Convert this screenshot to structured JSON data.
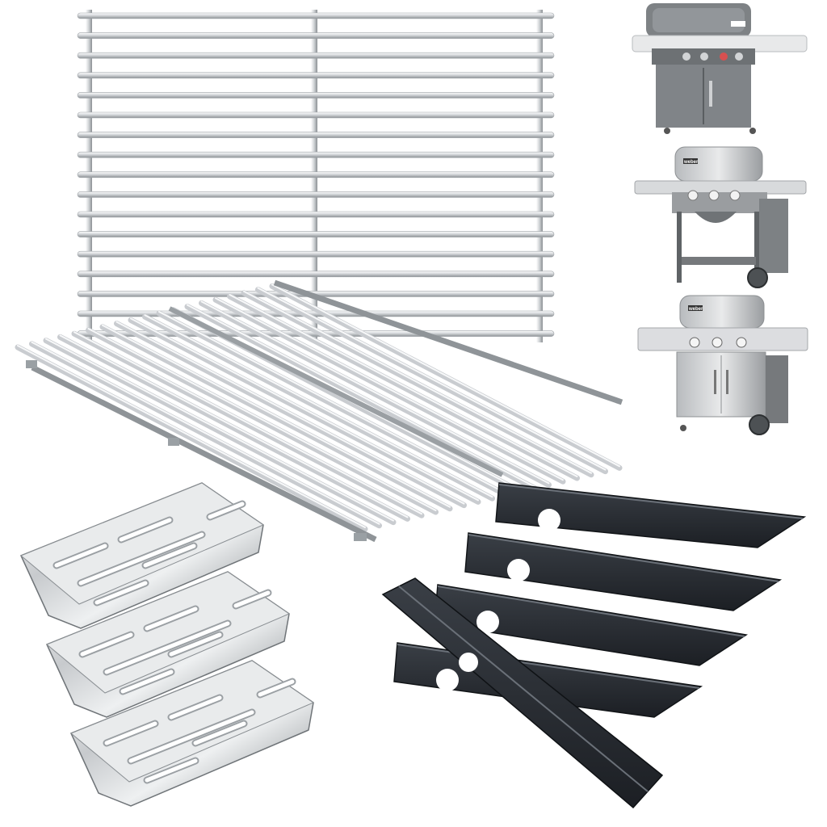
{
  "image": {
    "background": "#ffffff",
    "subjects": [
      "cooking-grate",
      "flavorizer-bar",
      "heat-deflector",
      "grill"
    ]
  },
  "product_palette": {
    "stainless_light": "#f2f3f4",
    "stainless_mid": "#c9cccf",
    "stainless_dark": "#7d8286",
    "porcelain_black": "#23272c",
    "grill_grey": "#8a8d90"
  },
  "brand_logo_text": "weber"
}
